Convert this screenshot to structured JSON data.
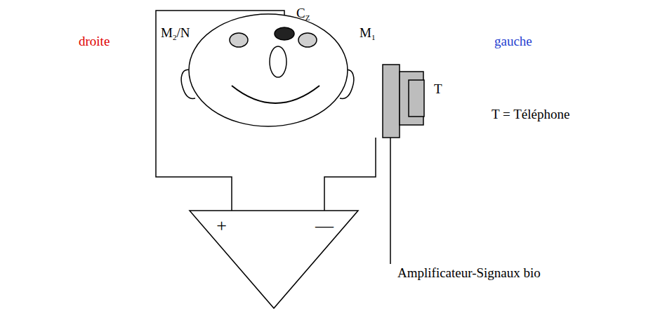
{
  "diagram": {
    "nodes": [
      {
        "text": [
          "+",
          "—"
        ]
      }
    ],
    "labels": [
      "droite",
      "M2/N",
      "CZ",
      "M1",
      "T",
      "gauche",
      "T = Téléphone",
      "Amplificateur-Signaux bio"
    ]
  }
}
